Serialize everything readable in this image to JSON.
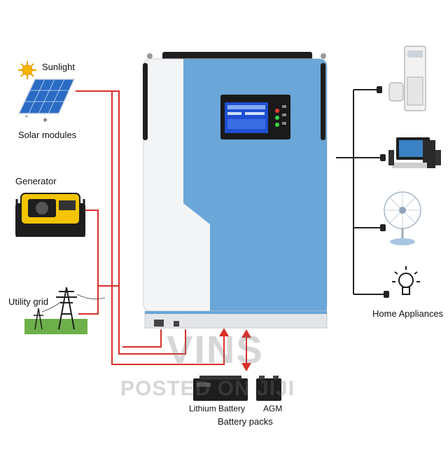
{
  "labels": {
    "sunlight": "Sunlight",
    "solar_modules": "Solar modules",
    "generator": "Generator",
    "utility_grid": "Utility grid",
    "home_appliances": "Home Appliances",
    "lithium_battery": "Lithium Battery",
    "agm": "AGM",
    "battery_packs": "Battery packs"
  },
  "panel_signs": {
    "minus": "-",
    "plus": "+"
  },
  "watermark": {
    "brand": "VINS",
    "posted": "POSTED ON JIJI"
  },
  "colors": {
    "wire_red": "#d9302b",
    "wire_black": "#222222",
    "inverter_blue": "#6aa6d8",
    "inverter_white": "#f4f5f7",
    "lcd_blue": "#1f4fd0"
  }
}
